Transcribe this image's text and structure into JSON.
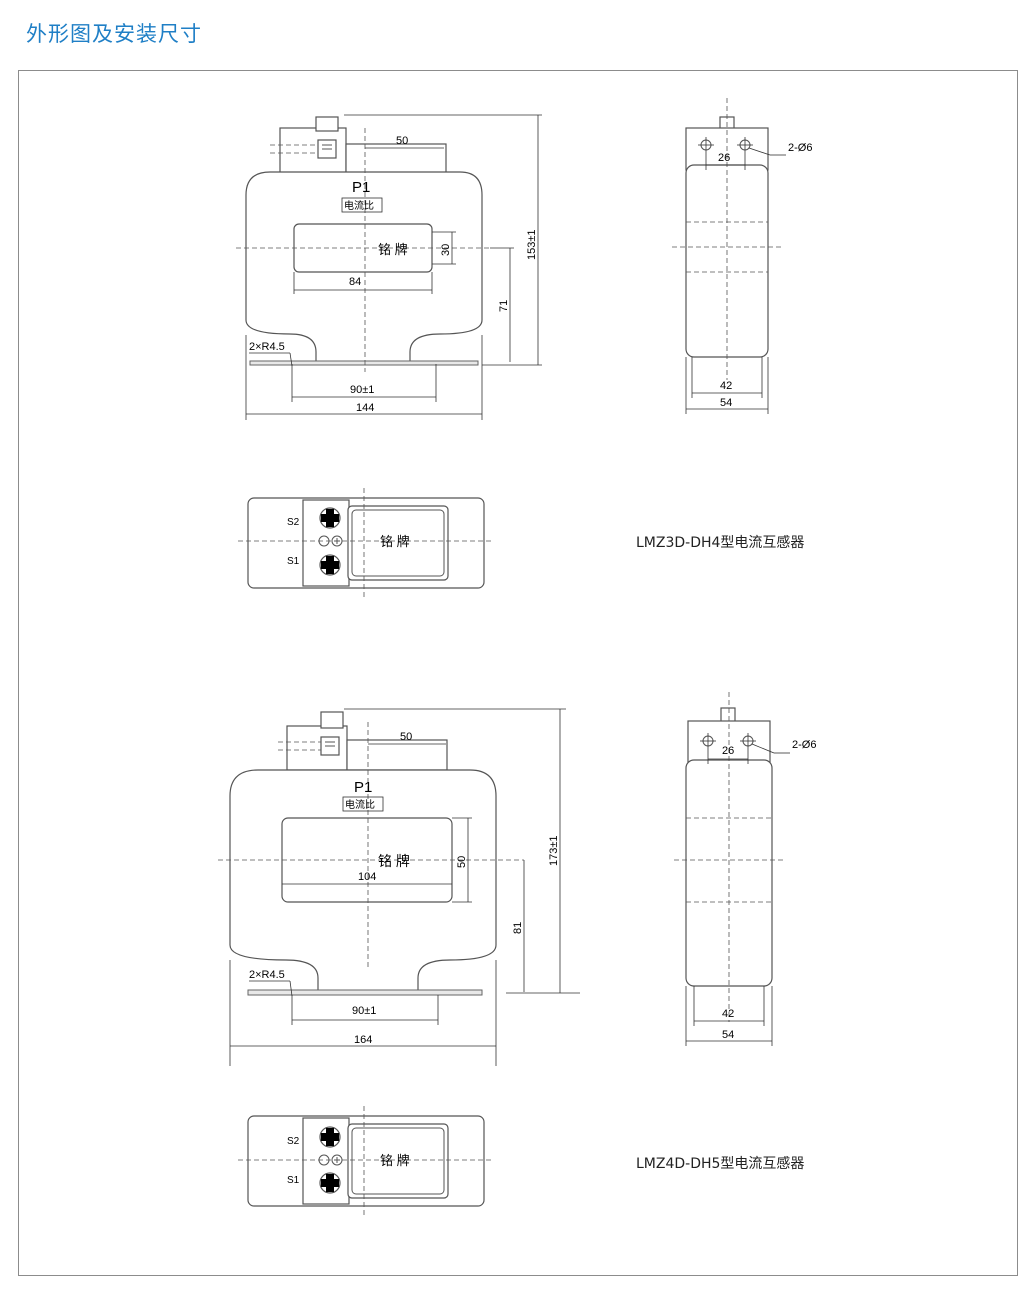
{
  "page": {
    "title": "外形图及安装尺寸"
  },
  "drawing1": {
    "caption": "LMZ3D-DH4型电流互感器",
    "front": {
      "terminal": "P1",
      "ratio_label": "电流比",
      "nameplate": "铭 牌",
      "dim_top": "50",
      "dim_window_h": "30",
      "dim_window_w": "84",
      "dim_height": "153±1",
      "dim_center": "71",
      "dim_radius": "2×R4.5",
      "dim_mount": "90±1",
      "dim_width": "144"
    },
    "side": {
      "dim_holes": "2-Ø6",
      "dim_hole_spacing": "26",
      "dim_inner": "42",
      "dim_outer": "54"
    },
    "bottom": {
      "s2": "S2",
      "s1": "S1",
      "nameplate": "铭 牌"
    }
  },
  "drawing2": {
    "caption": "LMZ4D-DH5型电流互感器",
    "front": {
      "terminal": "P1",
      "ratio_label": "电流比",
      "nameplate": "铭 牌",
      "dim_top": "50",
      "dim_window_h": "50",
      "dim_window_w": "104",
      "dim_height": "173±1",
      "dim_center": "81",
      "dim_radius": "2×R4.5",
      "dim_mount": "90±1",
      "dim_width": "164"
    },
    "side": {
      "dim_holes": "2-Ø6",
      "dim_hole_spacing": "26",
      "dim_inner": "42",
      "dim_outer": "54"
    },
    "bottom": {
      "s2": "S2",
      "s1": "S1",
      "nameplate": "铭 牌"
    }
  }
}
